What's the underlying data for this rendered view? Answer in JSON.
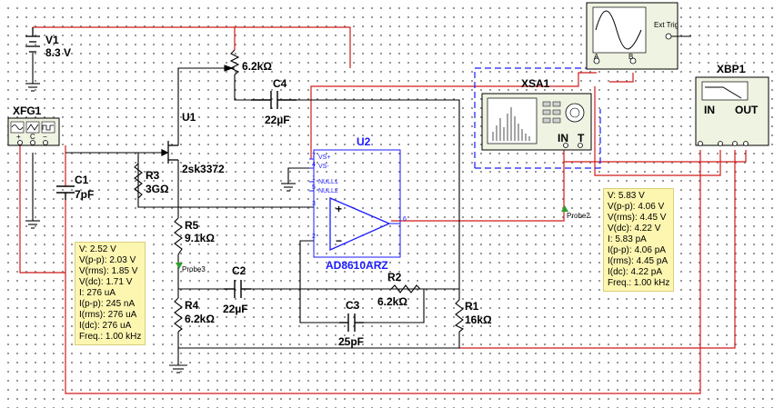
{
  "components": {
    "v1": {
      "ref": "V1",
      "value": "8.3 V"
    },
    "xfg1": {
      "ref": "XFG1"
    },
    "c1": {
      "ref": "C1",
      "value": "7pF"
    },
    "r3": {
      "ref": "R3",
      "value": "3GΩ"
    },
    "u1": {
      "ref": "U1",
      "part": "2sk3372"
    },
    "pot": {
      "value": "6.2kΩ"
    },
    "c4": {
      "ref": "C4",
      "value": "22µF"
    },
    "u2": {
      "ref": "U2",
      "part": "AD8610ARZ",
      "pins": [
        "VS+",
        "VS-",
        "NULL1",
        "NULL2"
      ]
    },
    "r5": {
      "ref": "R5",
      "value": "9.1kΩ"
    },
    "r4": {
      "ref": "R4",
      "value": "6.2kΩ"
    },
    "c2": {
      "ref": "C2",
      "value": "22µF"
    },
    "r2": {
      "ref": "R2",
      "value": "6.2kΩ"
    },
    "c3": {
      "ref": "C3",
      "value": "25pF"
    },
    "r1": {
      "ref": "R1",
      "value": "16kΩ"
    },
    "xsa1": {
      "ref": "XSA1",
      "pin_in": "IN",
      "pin_t": "T"
    },
    "xbp1": {
      "ref": "XBP1",
      "pin_in": "IN",
      "pin_out": "OUT"
    },
    "scope": {
      "trig": "Ext Trig",
      "pin_a": "A",
      "pin_b": "B"
    }
  },
  "probes": {
    "probe2": {
      "name": "Probe2",
      "lines": [
        "V: 5.83 V",
        "V(p-p): 4.06 V",
        "V(rms): 4.45 V",
        "V(dc): 4.22 V",
        "I: 5.83 pA",
        "I(p-p): 4.06 pA",
        "I(rms): 4.45 pA",
        "I(dc): 4.22 pA",
        "Freq.: 1.00 kHz"
      ]
    },
    "probe3": {
      "name": "Probe3",
      "lines": [
        "V: 2.52 V",
        "V(p-p): 2.03 V",
        "V(rms): 1.85 V",
        "V(dc): 1.71 V",
        "I: 276 uA",
        "I(p-p): 245 nA",
        "I(rms): 276 uA",
        "I(dc): 276 uA",
        "Freq.: 1.00 kHz"
      ]
    }
  },
  "colors": {
    "wire_red": "#d11a1a",
    "wire_black": "#000000",
    "symbol_blue": "#1a1aff",
    "instrument_green": "#eef3e2",
    "probe_yellow": "#fdf6b0"
  }
}
